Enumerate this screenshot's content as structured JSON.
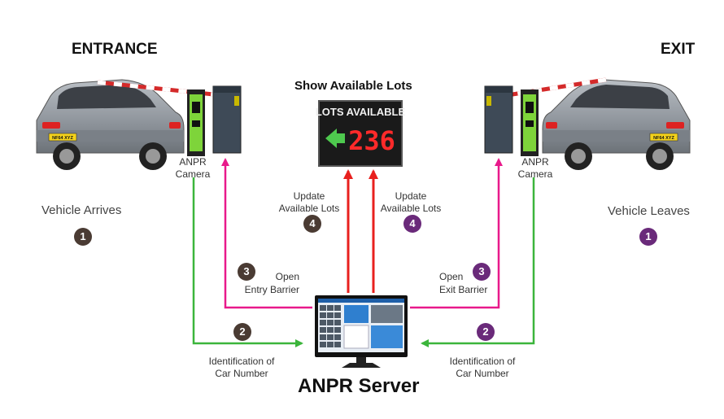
{
  "headings": {
    "entrance": "ENTRANCE",
    "exit": "EXIT",
    "show_lots": "Show Available Lots",
    "server": "ANPR Server"
  },
  "sign": {
    "title": "LOTS AVAILABLE",
    "count": "236"
  },
  "entrance": {
    "camera_label": "ANPR\nCamera",
    "plate": "NF64 XYZ",
    "step1_label": "Vehicle Arrives",
    "step2_label": "Identification of\nCar Number",
    "step3_label": "Open\nEntry Barrier",
    "step4_label": "Update\nAvailable Lots"
  },
  "exit": {
    "camera_label": "ANPR\nCamera",
    "plate": "NF64 XYZ",
    "step1_label": "Vehicle Leaves",
    "step2_label": "Identification of\nCar Number",
    "step3_label": "Open\nExit Barrier",
    "step4_label": "Update\nAvailable Lots"
  },
  "steps": {
    "s1": "1",
    "s2": "2",
    "s3": "3",
    "s4": "4"
  },
  "colors": {
    "entrance_badge": "#4a3b33",
    "exit_badge": "#6a2a7a",
    "green_arrow": "#3bb53b",
    "magenta_arrow": "#e8198b",
    "red_arrow": "#e8201e"
  }
}
